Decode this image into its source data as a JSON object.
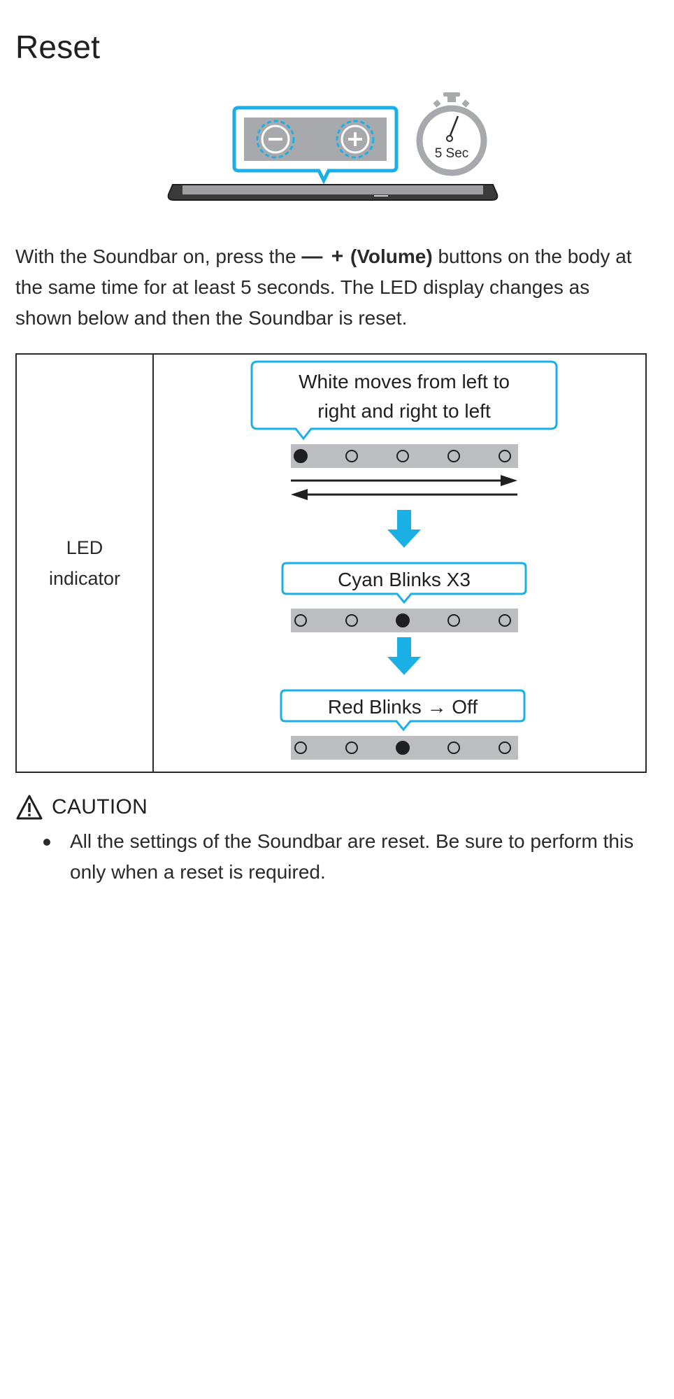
{
  "section": {
    "title": "Reset"
  },
  "illustration": {
    "timer_label": "5 Sec",
    "minus_icon": "minus-icon",
    "plus_icon": "plus-icon",
    "stopwatch_icon": "stopwatch-icon"
  },
  "intro": {
    "text_before": "With the Soundbar on, press the ",
    "button_glyphs": "— +",
    "volume_label": "(Volume)",
    "text_after": " buttons on the body at the same time for at least 5 seconds. The LED display changes as shown below and then the Soundbar is reset."
  },
  "led_table": {
    "row_label": "LED indicator",
    "steps": [
      {
        "caption_line1": "White moves from left to",
        "caption_line2": "right and right to left",
        "lit_index": 0
      },
      {
        "caption_line1": "Cyan Blinks X3",
        "lit_index": 2
      },
      {
        "caption_line1": "Red Blinks → Off",
        "lit_index": 2
      }
    ],
    "led_count": 5
  },
  "caution": {
    "icon": "warning-triangle-icon",
    "title": "CAUTION",
    "items": [
      "All the settings of the Soundbar are reset. Be sure to perform this only when a reset is required."
    ]
  },
  "colors": {
    "accent_cyan": "#1ab0e6",
    "led_bar_gray": "#bcbdc0",
    "text_dark": "#2a2a2a",
    "button_gray": "#a7a9ac"
  }
}
